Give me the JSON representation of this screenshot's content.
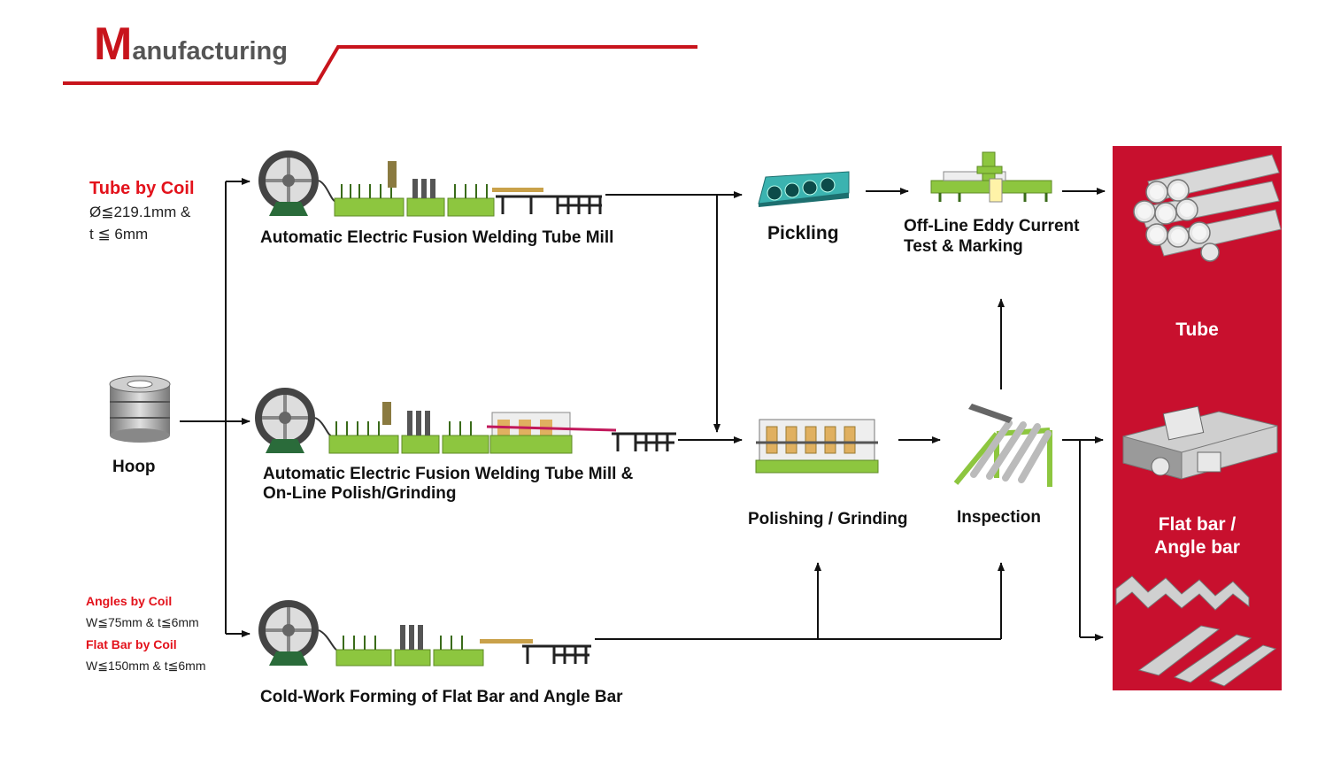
{
  "header": {
    "title_initial": "M",
    "title_rest": "anufacturing"
  },
  "inputs": {
    "tube_by_coil": {
      "label": "Tube by Coil",
      "spec_line1": "Ø≦219.1mm &",
      "spec_line2": "t  ≦  6mm"
    },
    "hoop": {
      "label": "Hoop"
    },
    "angles_by_coil": {
      "label": "Angles by Coil",
      "spec": "W≦75mm & t≦6mm"
    },
    "flat_bar_by_coil": {
      "label": "Flat Bar by Coil",
      "spec": "W≦150mm & t≦6mm"
    }
  },
  "processes": {
    "mill_1": "Automatic Electric Fusion Welding Tube Mill",
    "mill_2_line1": "Automatic Electric Fusion Welding Tube Mill &",
    "mill_2_line2": "On-Line Polish/Grinding",
    "cold_work": "Cold-Work Forming of Flat Bar and Angle Bar",
    "pickling": "Pickling",
    "eddy_line1": "Off-Line Eddy Current",
    "eddy_line2": "Test & Marking",
    "polishing": "Polishing / Grinding",
    "inspection": "Inspection"
  },
  "products": {
    "tube": "Tube",
    "flat_angle_line1": "Flat bar /",
    "flat_angle_line2": "Angle bar"
  },
  "colors": {
    "brand_red": "#c8141c",
    "machine_green": "#8dc63f",
    "panel_red": "#c8102e"
  }
}
